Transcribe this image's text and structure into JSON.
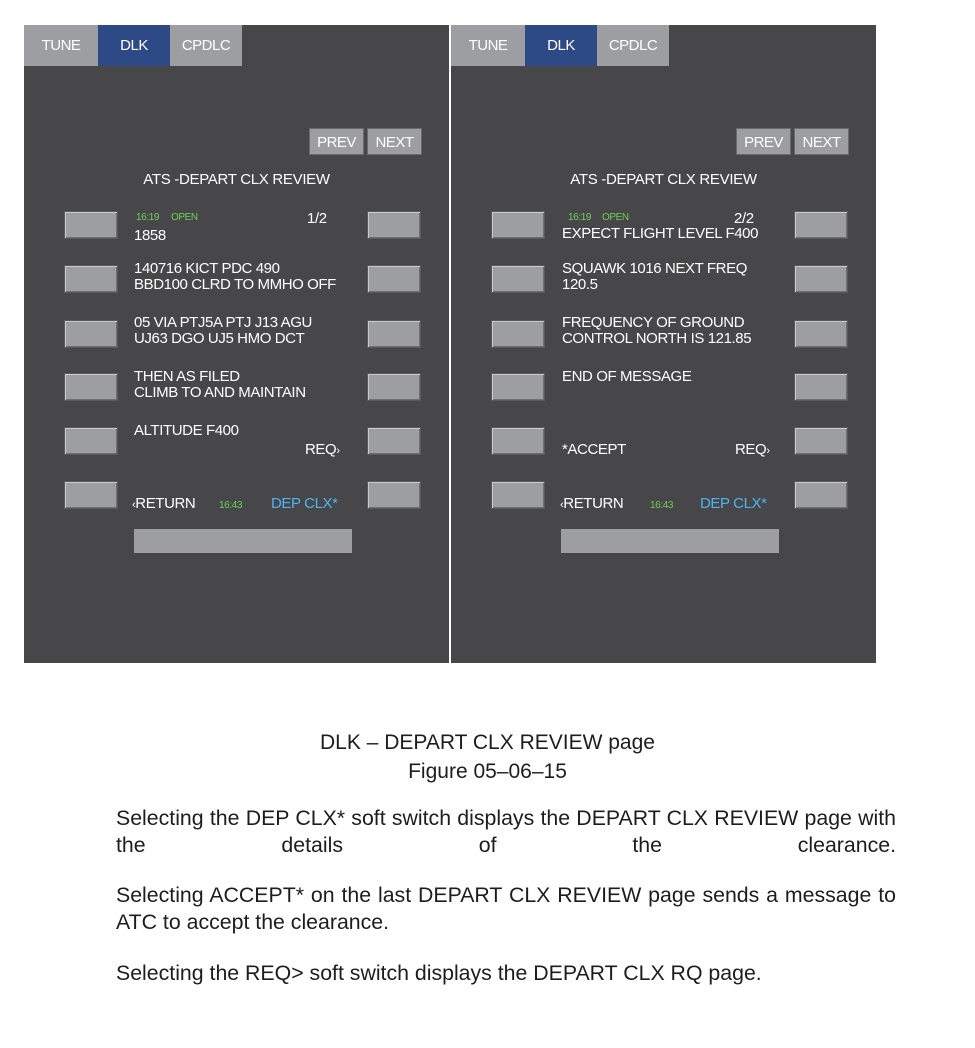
{
  "panels": [
    {
      "tabs": {
        "tune": "TUNE",
        "dlk": "DLK",
        "cpdlc": "CPDLC"
      },
      "prev": "PREV",
      "next": "NEXT",
      "title": "ATS -DEPART CLX REVIEW",
      "time": "16:19",
      "status": "OPEN",
      "page": "1/2",
      "lines": [
        "1858",
        "140716 KICT PDC 490",
        "BBD100 CLRD TO MMHO OFF",
        "05 VIA PTJ5A PTJ J13 AGU",
        "UJ63 DGO UJ5 HMO DCT",
        "THEN AS FILED",
        "CLIMB TO AND MAINTAIN",
        "ALTITUDE F400"
      ],
      "req": "REQ",
      "return": "RETURN",
      "return_time": "16:43",
      "dep_clx": "DEP CLX*"
    },
    {
      "tabs": {
        "tune": "TUNE",
        "dlk": "DLK",
        "cpdlc": "CPDLC"
      },
      "prev": "PREV",
      "next": "NEXT",
      "title": "ATS -DEPART CLX REVIEW",
      "time": "16:19",
      "status": "OPEN",
      "page": "2/2",
      "lines": [
        "EXPECT FLIGHT LEVEL F400",
        "SQUAWK 1016 NEXT FREQ",
        "120.5",
        "FREQUENCY OF GROUND",
        "CONTROL NORTH IS 121.85",
        "END OF MESSAGE"
      ],
      "accept": "*ACCEPT",
      "req": "REQ",
      "return": "RETURN",
      "return_time": "16:43",
      "dep_clx": "DEP CLX*"
    }
  ],
  "caption": {
    "title": "DLK – DEPART CLX REVIEW page",
    "figure": "Figure 05–06–15"
  },
  "paragraphs": [
    "Selecting the DEP CLX* soft switch displays the DEPART CLX REVIEW page with the details of the clearance.",
    "Selecting ACCEPT* on the last DEPART CLX REVIEW page sends a message to ATC to accept the clearance.",
    "Selecting the REQ> soft switch displays the DEPART CLX RQ page."
  ],
  "colors": {
    "panel_bg": "#474749",
    "tab_active": "#2e4a86",
    "key_grey": "#9d9ea1",
    "green": "#6ccf58",
    "cyan": "#4fb4ee"
  },
  "icons": {
    "left_caret": "‹",
    "right_caret": "›"
  }
}
